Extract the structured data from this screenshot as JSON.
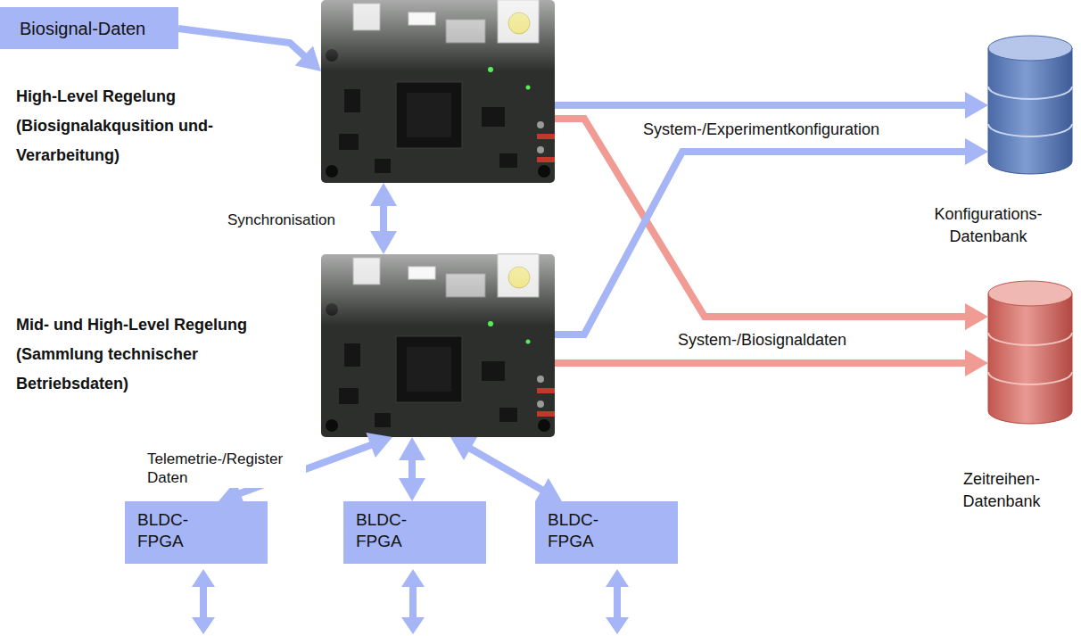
{
  "diagram": {
    "nodes": [
      {
        "text": [
          "Biosignal-Daten"
        ]
      },
      {
        "text": [
          "High-Level Regelung (Biosignalakqusition und- Verarbeitung)"
        ]
      },
      {
        "text": [
          "Mid- und High-Level Regelung (Sammlung technischer Betriebsdaten)"
        ]
      },
      {
        "text": [
          "Konfigurations- Datenbank"
        ]
      },
      {
        "text": [
          "Zeitreihen- Datenbank"
        ]
      },
      {
        "text": [
          "BLDC- FPGA"
        ]
      },
      {
        "text": [
          "BLDC- FPGA"
        ]
      },
      {
        "text": [
          "BLDC- FPGA"
        ]
      }
    ],
    "edges": [
      {
        "from": 0,
        "to": 1,
        "arrow": "to"
      },
      {
        "from": 1,
        "to": 3,
        "arrow": "to",
        "label": "System-/Experimentkonfiguration"
      },
      {
        "from": 1,
        "to": 4,
        "arrow": "to"
      },
      {
        "from": 1,
        "to": 2,
        "arrow": "both",
        "label": "Synchronisation"
      },
      {
        "from": 2,
        "to": 3,
        "arrow": "to"
      },
      {
        "from": 2,
        "to": 4,
        "arrow": "to",
        "label": "System-/Biosignaldaten"
      },
      {
        "from": 2,
        "to": 5,
        "arrow": "both",
        "label": "Telemetrie-/Register Daten"
      },
      {
        "from": 2,
        "to": 6,
        "arrow": "both"
      },
      {
        "from": 2,
        "to": 7,
        "arrow": "both"
      }
    ]
  }
}
